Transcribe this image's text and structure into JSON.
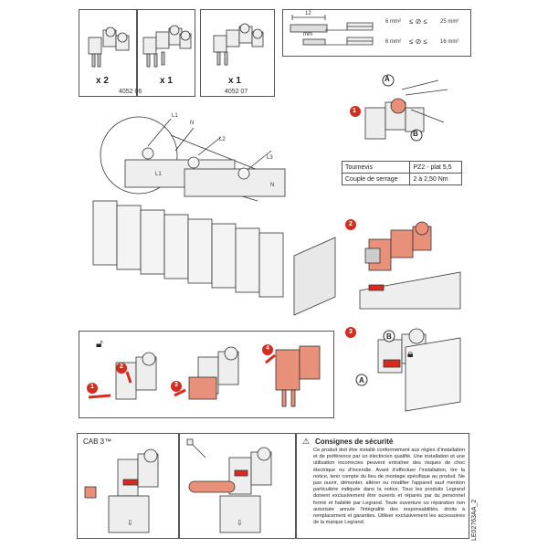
{
  "kits": [
    {
      "qty": "x 2",
      "ref": "4052 06"
    },
    {
      "qty": "x 1",
      "ref": ""
    },
    {
      "qty": "x 1",
      "ref": "4052 07"
    }
  ],
  "cable": {
    "strip_length": "12",
    "strip_unit": "mm",
    "rows": [
      {
        "min": "6 mm²",
        "max": "25 mm²"
      },
      {
        "min": "6 mm²",
        "max": "16 mm²"
      }
    ]
  },
  "steps": {
    "s1": "1",
    "s2": "2",
    "s3": "3",
    "s4": "4"
  },
  "letters": {
    "a": "A",
    "b": "B"
  },
  "phase_labels": [
    "L1",
    "N",
    "L2",
    "L3",
    "L1",
    "N"
  ],
  "tools": [
    {
      "label": "Tournevis",
      "value": "PZ2 - plat 5,5"
    },
    {
      "label": "Couple de serrage",
      "value": "2 à 2,50 Nm"
    }
  ],
  "cab": "CAB 3™",
  "safety": {
    "title": "Consignes de sécurité",
    "body": "Ce produit doit être installé conformément aux règles d'installation et de préférence par un électricien qualifié. Une installation et une utilisation incorrectes peuvent entraîner des risques de choc électrique ou d'incendie. Avant d'effectuer l'installation, lire la notice, tenir compte du lieu de montage spécifique au produit. Ne pas ouvrir, démonter, altérer ou modifier l'appareil sauf mention particulière indiquée dans la notice. Tous les produits Legrand doivent exclusivement être ouverts et réparés par du personnel formé et habilité par Legrand. Toute ouverture ou réparation non autorisée annule l'intégralité des responsabilités, droits à remplacement et garanties. Utiliser exclusivement les accessoires de la marque Legrand."
  },
  "doc_code": "LE02763AA_2",
  "colors": {
    "accent": "#e8907a",
    "red": "#d62b1f",
    "line": "#555555"
  }
}
